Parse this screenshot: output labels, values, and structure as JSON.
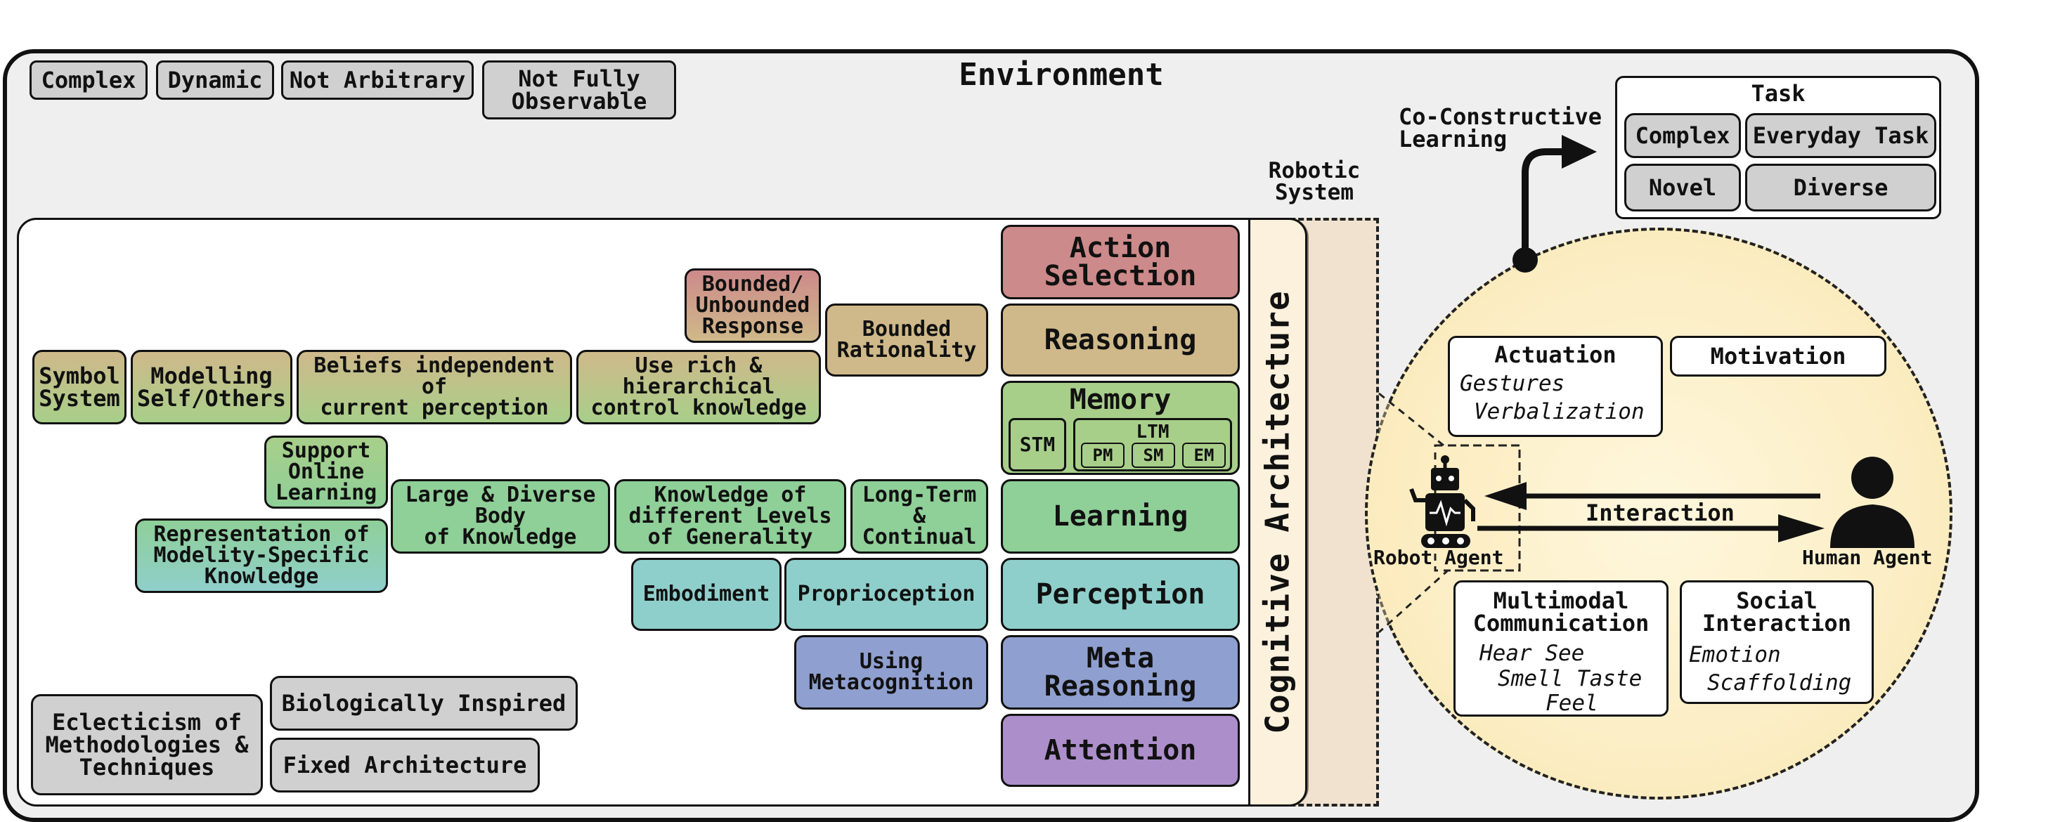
{
  "environment": {
    "title": "Environment",
    "properties": [
      "Complex",
      "Dynamic",
      "Not Arbitrary",
      "Not Fully\nObservable"
    ]
  },
  "robotic_system": {
    "label": "Robotic\nSystem"
  },
  "cognitive_architecture": {
    "label": "Cognitive Architecture",
    "modules": [
      {
        "label": "Action\nSelection",
        "color": "#cd8a8a"
      },
      {
        "label": "Reasoning",
        "color": "#cfb98a"
      },
      {
        "label": "Memory",
        "color": "#a8cf8a"
      },
      {
        "label": "Learning",
        "color": "#8fcf98"
      },
      {
        "label": "Perception",
        "color": "#8fcfcb"
      },
      {
        "label": "Meta\nReasoning",
        "color": "#8f9fcf"
      },
      {
        "label": "Attention",
        "color": "#ac8fca"
      }
    ],
    "memory_parts": {
      "stm": "STM",
      "ltm": "LTM",
      "ltm_parts": [
        "PM",
        "SM",
        "EM"
      ]
    }
  },
  "requirements": {
    "bounded_unbounded": "Bounded/\nUnbounded\nResponse",
    "bounded_rationality": "Bounded\nRationality",
    "symbol_system": "Symbol\nSystem",
    "modelling": "Modelling\nSelf/Others",
    "beliefs": "Beliefs independent\nof\ncurrent perception",
    "use_rich": "Use rich &\nhierarchical\ncontrol knowledge",
    "support_online": "Support\nOnline\nLearning",
    "large_diverse": "Large & Diverse\nBody\nof Knowledge",
    "knowledge_levels": "Knowledge of\ndifferent Levels\nof Generality",
    "long_term": "Long-Term\n&\nContinual",
    "representation": "Representation of\nModelity-Specific\nKnowledge",
    "embodiment": "Embodiment",
    "proprioception": "Proprioception",
    "metacognition": "Using\nMetacognition"
  },
  "design": {
    "eclecticism": "Eclecticism of\nMethodologies &\nTechniques",
    "biologically": "Biologically Inspired",
    "fixed": "Fixed Architecture"
  },
  "task": {
    "title": "Task",
    "items": [
      "Complex",
      "Everyday Task",
      "Novel",
      "Diverse"
    ],
    "learning_label": "Co-Constructive\nLearning"
  },
  "interaction": {
    "actuation": {
      "title": "Actuation",
      "items": [
        "Gestures",
        "Verbalization"
      ]
    },
    "motivation": {
      "title": "Motivation"
    },
    "interaction_label": "Interaction",
    "robot_label": "Robot Agent",
    "human_label": "Human Agent",
    "multimodal": {
      "title": "Multimodal\nCommunication",
      "items": [
        "Hear   See",
        "Smell  Taste",
        "Feel"
      ]
    },
    "social": {
      "title": "Social\nInteraction",
      "items": [
        "Emotion",
        "Scaffolding"
      ]
    }
  }
}
